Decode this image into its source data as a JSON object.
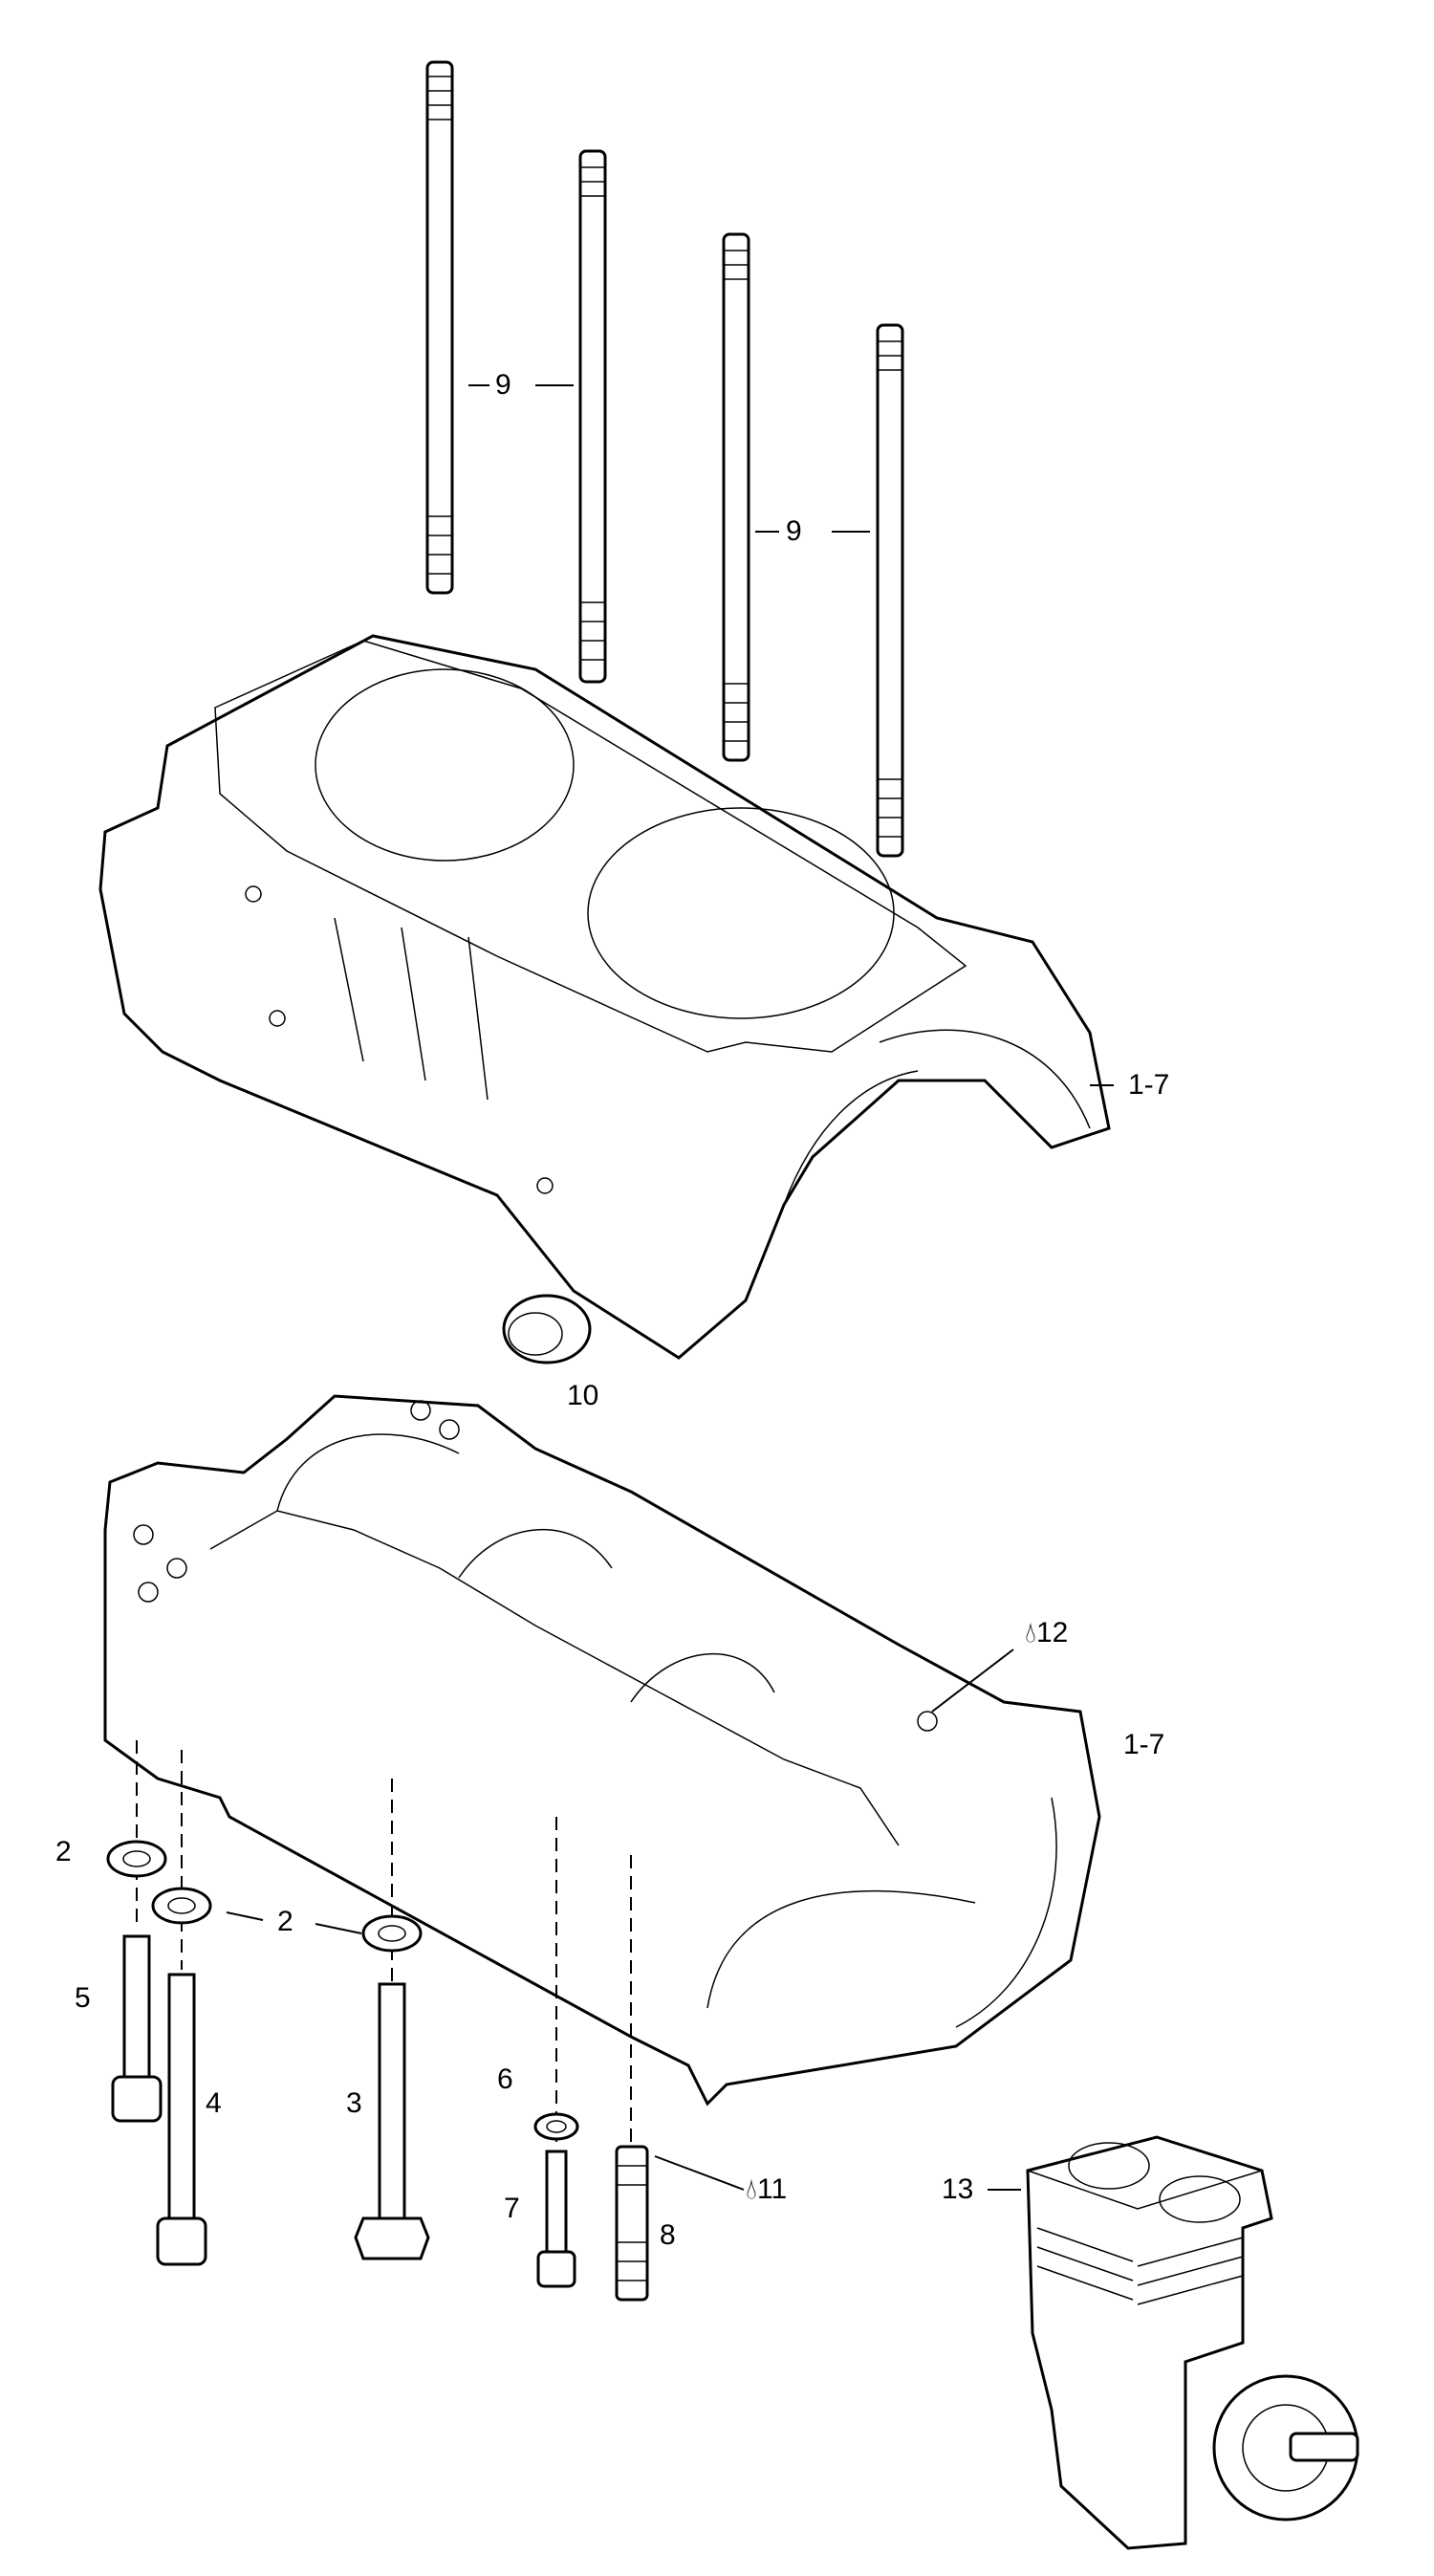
{
  "callouts": {
    "stud_a": "9",
    "stud_b": "9",
    "case_upper": "1-7",
    "plug": "10",
    "case_lower": "1-7",
    "sealant_12": "12",
    "washer_left": "2",
    "washer_mid": "2",
    "screw_5": "5",
    "screw_4": "4",
    "bolt_3": "3",
    "washer_6": "6",
    "screw_7": "7",
    "stud_8": "8",
    "sealant_11": "11",
    "engine_13": "13"
  }
}
